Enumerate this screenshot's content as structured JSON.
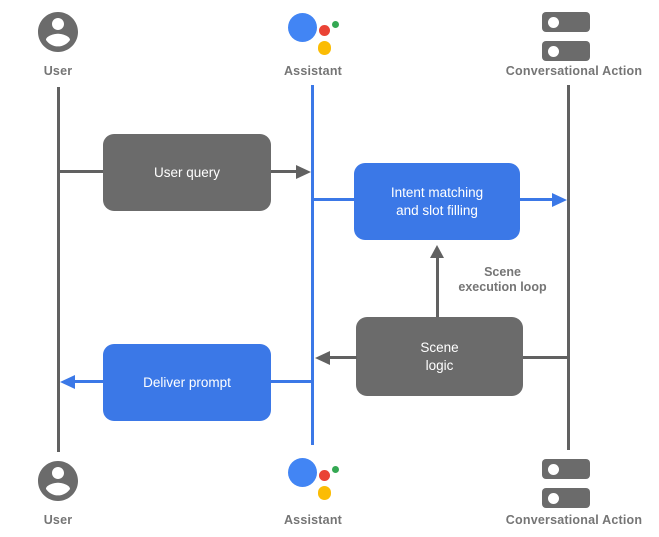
{
  "actors": {
    "user_top": "User",
    "assistant_top": "Assistant",
    "conversational_action_top": "Conversational Action",
    "user_bottom": "User",
    "assistant_bottom": "Assistant",
    "conversational_action_bottom": "Conversational Action"
  },
  "boxes": {
    "user_query": "User query",
    "intent_matching_line1": "Intent matching",
    "intent_matching_line2": "and slot filling",
    "scene_logic_line1": "Scene",
    "scene_logic_line2": "logic",
    "deliver_prompt": "Deliver prompt"
  },
  "annotations": {
    "scene_loop_line1": "Scene",
    "scene_loop_line2": "execution loop"
  },
  "icons": {
    "user": "person-circle-icon",
    "assistant": "google-assistant-icon",
    "conversational_action": "server-icon"
  },
  "colors": {
    "diagram_blue": "#3b78e7",
    "box_gray": "#6b6b6b",
    "line_gray": "#616161",
    "label_gray": "#757575",
    "assistant_blue": "#4285f4",
    "assistant_red": "#ea4335",
    "assistant_green": "#34a853",
    "assistant_yellow": "#fbbc04"
  }
}
